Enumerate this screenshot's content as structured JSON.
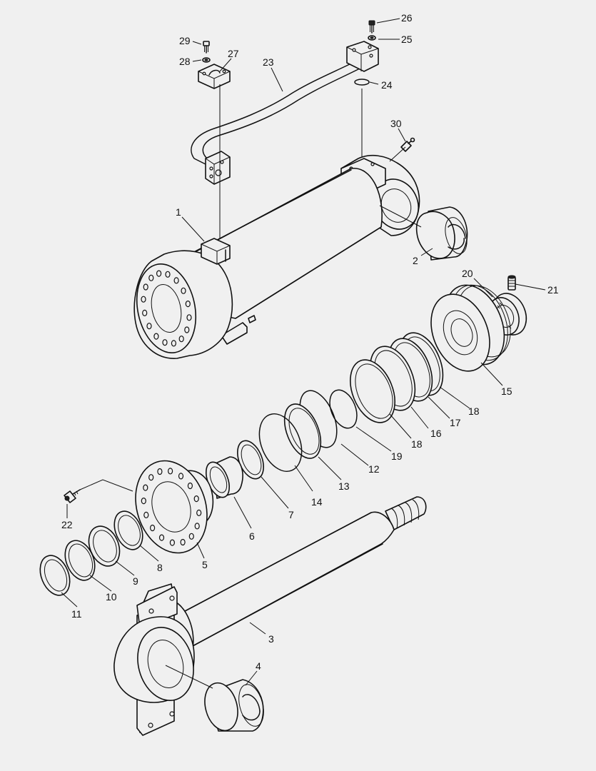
{
  "parts": {
    "p1": {
      "number": "1",
      "icon": "cylinder-barrel"
    },
    "p2": {
      "number": "2",
      "icon": "bushing"
    },
    "p3": {
      "number": "3",
      "icon": "piston-rod"
    },
    "p4": {
      "number": "4",
      "icon": "bushing"
    },
    "p5": {
      "number": "5",
      "icon": "cylinder-head"
    },
    "p6": {
      "number": "6",
      "icon": "guide-bushing"
    },
    "p7": {
      "number": "7",
      "icon": "seal-ring"
    },
    "p8": {
      "number": "8",
      "icon": "seal-ring"
    },
    "p9": {
      "number": "9",
      "icon": "seal-ring"
    },
    "p10": {
      "number": "10",
      "icon": "seal-ring"
    },
    "p11": {
      "number": "11",
      "icon": "wiper-ring"
    },
    "p12": {
      "number": "12",
      "icon": "o-ring"
    },
    "p13": {
      "number": "13",
      "icon": "backup-ring"
    },
    "p14": {
      "number": "14",
      "icon": "o-ring"
    },
    "p15": {
      "number": "15",
      "icon": "piston"
    },
    "p16": {
      "number": "16",
      "icon": "seal-ring"
    },
    "p17": {
      "number": "17",
      "icon": "seal-ring"
    },
    "p18a": {
      "number": "18",
      "icon": "wear-ring"
    },
    "p18b": {
      "number": "18",
      "icon": "wear-ring"
    },
    "p19": {
      "number": "19",
      "icon": "o-ring"
    },
    "p20": {
      "number": "20",
      "icon": "piston-nut"
    },
    "p21": {
      "number": "21",
      "icon": "set-screw"
    },
    "p22": {
      "number": "22",
      "icon": "socket-head-screw"
    },
    "p23": {
      "number": "23",
      "icon": "hydraulic-pipe"
    },
    "p24": {
      "number": "24",
      "icon": "o-ring"
    },
    "p25": {
      "number": "25",
      "icon": "washer"
    },
    "p26": {
      "number": "26",
      "icon": "bolt"
    },
    "p27": {
      "number": "27",
      "icon": "pipe-clamp"
    },
    "p28": {
      "number": "28",
      "icon": "washer"
    },
    "p29": {
      "number": "29",
      "icon": "bolt"
    },
    "p30": {
      "number": "30",
      "icon": "grease-nipple"
    }
  },
  "colors": {
    "background": "#f0f0f0",
    "line": "#111111"
  }
}
